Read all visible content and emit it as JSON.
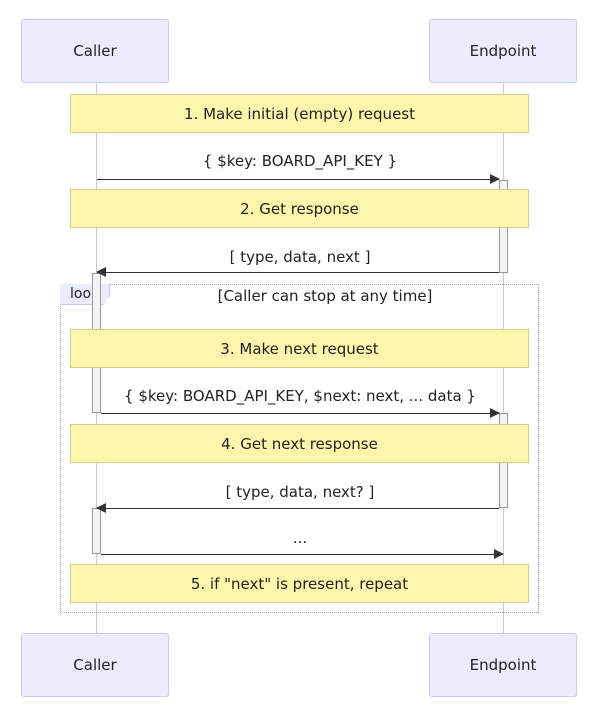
{
  "actors": {
    "caller": "Caller",
    "endpoint": "Endpoint"
  },
  "notes": {
    "n1": "1. Make initial (empty) request",
    "n2": "2. Get response",
    "n3": "3. Make next request",
    "n4": "4. Get next response",
    "n5": "5. if \"next\" is present, repeat"
  },
  "messages": {
    "m1": "{ $key: BOARD_API_KEY }",
    "m2": "[ type, data, next ]",
    "m3": "{ $key: BOARD_API_KEY, $next: next, ... data }",
    "m4": "[ type, data, next? ]",
    "m5": "..."
  },
  "loop": {
    "label": "loop",
    "condition": "[Caller can stop at any time]"
  },
  "colors": {
    "actor_fill": "#ececff",
    "note_fill": "#fff5ad",
    "arrow": "#333333"
  }
}
